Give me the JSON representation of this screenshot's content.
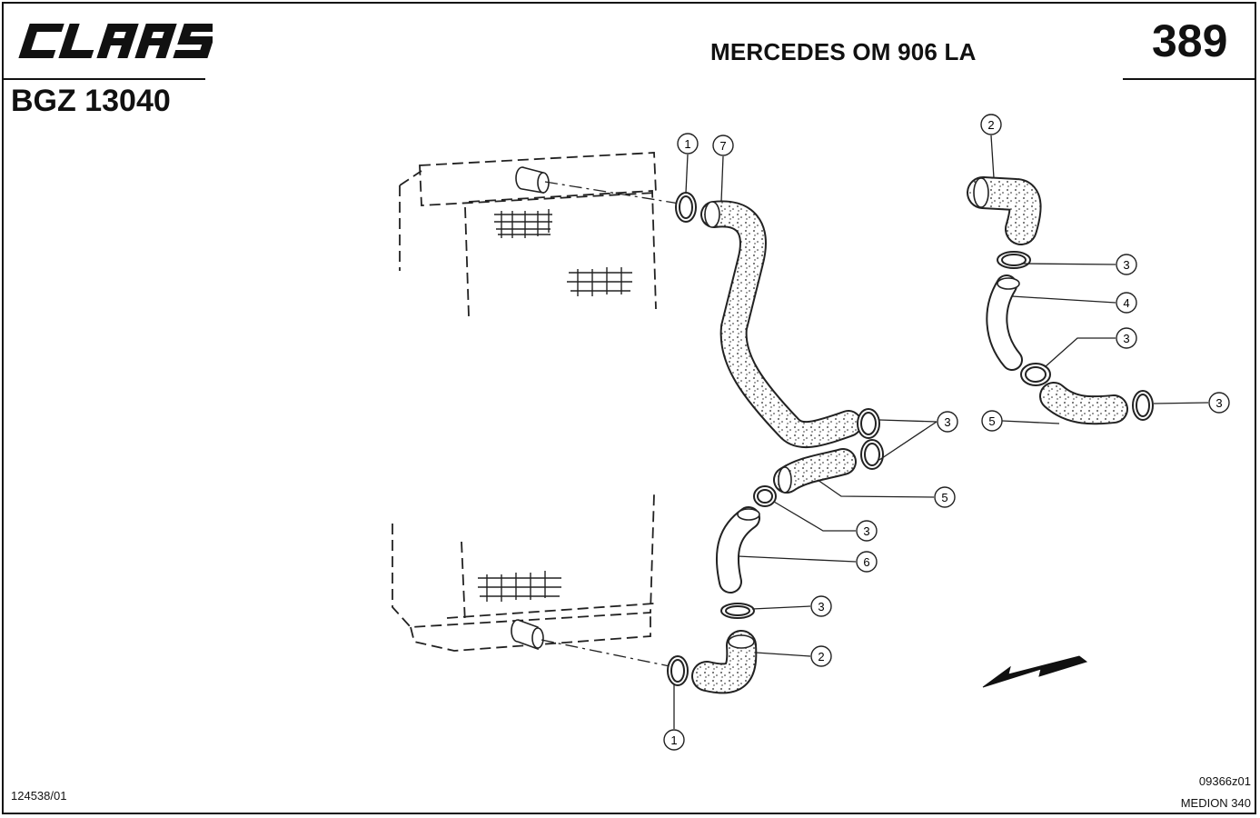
{
  "header": {
    "brand": "CLAAS",
    "title": "MERCEDES OM 906 LA",
    "page_number": "389",
    "group_code": "BGZ 13040"
  },
  "footer": {
    "doc_number": "124538/01",
    "drawing_ref": "09366z01",
    "model": "MEDION 340"
  },
  "callouts": [
    {
      "id": "c1-top",
      "label": "1"
    },
    {
      "id": "c7",
      "label": "7"
    },
    {
      "id": "c2-top",
      "label": "2"
    },
    {
      "id": "c3-a",
      "label": "3"
    },
    {
      "id": "c4",
      "label": "4"
    },
    {
      "id": "c3-b",
      "label": "3"
    },
    {
      "id": "c3-c",
      "label": "3"
    },
    {
      "id": "c5-right",
      "label": "5"
    },
    {
      "id": "c3-d",
      "label": "3"
    },
    {
      "id": "c5-mid",
      "label": "5"
    },
    {
      "id": "c3-e",
      "label": "3"
    },
    {
      "id": "c6",
      "label": "6"
    },
    {
      "id": "c3-f",
      "label": "3"
    },
    {
      "id": "c2-bottom",
      "label": "2"
    },
    {
      "id": "c1-bottom",
      "label": "1"
    }
  ],
  "icons": {
    "brand_logo": "claas-logo-icon",
    "direction": "direction-arrow-icon"
  }
}
